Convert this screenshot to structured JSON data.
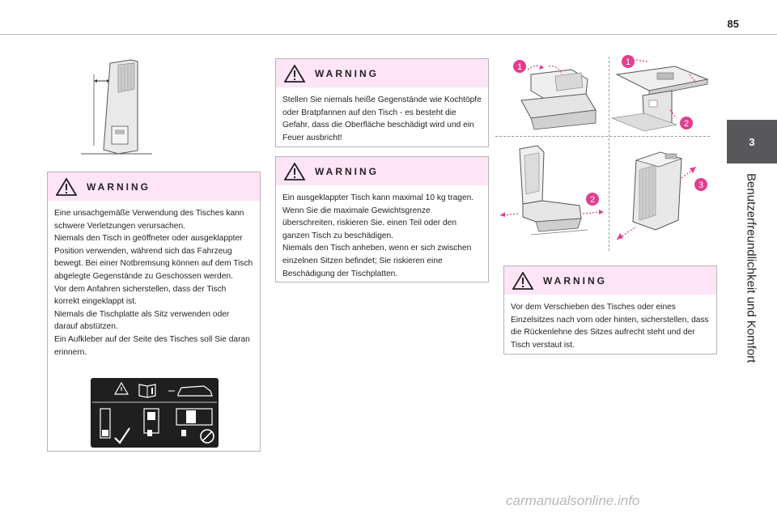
{
  "page": {
    "number": "85"
  },
  "chapter": {
    "number": "3",
    "title": "Benutzerfreundlichkeit und Komfort"
  },
  "warnings": [
    {
      "title": "WARNING",
      "paragraphs": [
        "Eine unsachgemäße Verwendung des Tisches kann schwere Verletzungen verursachen.",
        "Niemals den Tisch in geöffneter oder ausgeklappter Position verwenden, während sich das Fahrzeug bewegt. Bei einer Notbremsung können auf dem Tisch abgelegte Gegenstände zu Geschossen werden.",
        "Vor dem Anfahren sicherstellen, dass der Tisch korrekt eingeklappt ist.",
        "Niemals die Tischplatte als Sitz verwenden oder darauf abstützen.",
        "Ein Aufkleber auf der Seite des Tisches soll Sie daran erinnern."
      ]
    },
    {
      "title": "WARNING",
      "paragraphs": [
        "Stellen Sie niemals heiße Gegenstände wie Kochtöpfe oder Bratpfannen auf den Tisch - es besteht die Gefahr, dass die Oberfläche beschädigt wird und ein Feuer ausbricht!"
      ]
    },
    {
      "title": "WARNING",
      "paragraphs": [
        "Ein ausgeklappter Tisch kann maximal 10 kg tragen. Wenn Sie die maximale Gewichtsgrenze überschreiten, riskieren Sie, einen Teil oder den ganzen Tisch zu beschädigen.",
        "Niemals den Tisch anheben, wenn er sich zwischen einzelnen Sitzen befindet; Sie riskieren eine Beschädigung der Tischplatten."
      ]
    },
    {
      "title": "WARNING",
      "paragraphs": [
        "Vor dem Verschieben des Tisches oder eines Einzelsitzes nach vorn oder hinten, sicherstellen, dass die Rückenlehne des Sitzes aufrecht steht und der Tisch verstaut ist."
      ]
    }
  ],
  "figure_steps": [
    "1",
    "1",
    "2",
    "2",
    "3"
  ],
  "colors": {
    "warning_header": "#fde5f6",
    "step_marker": "#e23d8f",
    "chapter_tab": "#58585a"
  },
  "watermark": "carmanualsonline.info"
}
